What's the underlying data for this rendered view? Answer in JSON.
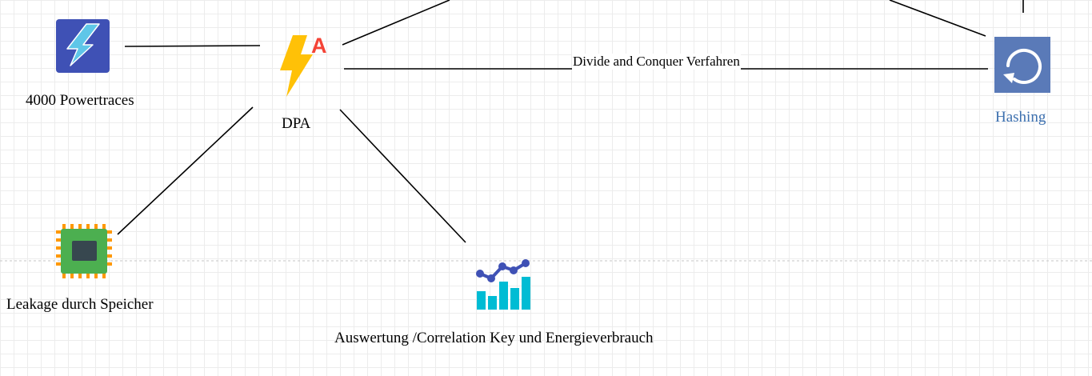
{
  "diagram": {
    "nodes": {
      "powertraces": {
        "label": "4000 Powertraces",
        "icon": "lightning-bolt-tile-icon"
      },
      "dpa": {
        "label": "DPA",
        "icon": "lightning-alert-icon"
      },
      "hashing": {
        "label": "Hashing",
        "icon": "refresh-circle-icon"
      },
      "leakage": {
        "label": "Leakage durch Speicher",
        "icon": "memory-chip-icon"
      },
      "auswertung": {
        "label": "Auswertung /Correlation Key und Energieverbrauch",
        "icon": "bar-line-chart-icon"
      }
    },
    "edges": {
      "dpa_hashing_label": "Divide and Conquer Verfahren"
    },
    "colors": {
      "powertraces_tile": "#3f51b5",
      "bolt": "#5ec6e8",
      "dpa_bolt": "#ffc107",
      "dpa_letter": "#f44336",
      "hashing_tile": "#5a7ab8",
      "hashing_label": "#3c6fae",
      "chip_body": "#4caf50",
      "chip_pins": "#ff9800",
      "chip_core": "#37474f",
      "chart_bars": "#00bcd4",
      "chart_line": "#3f51b5"
    }
  }
}
